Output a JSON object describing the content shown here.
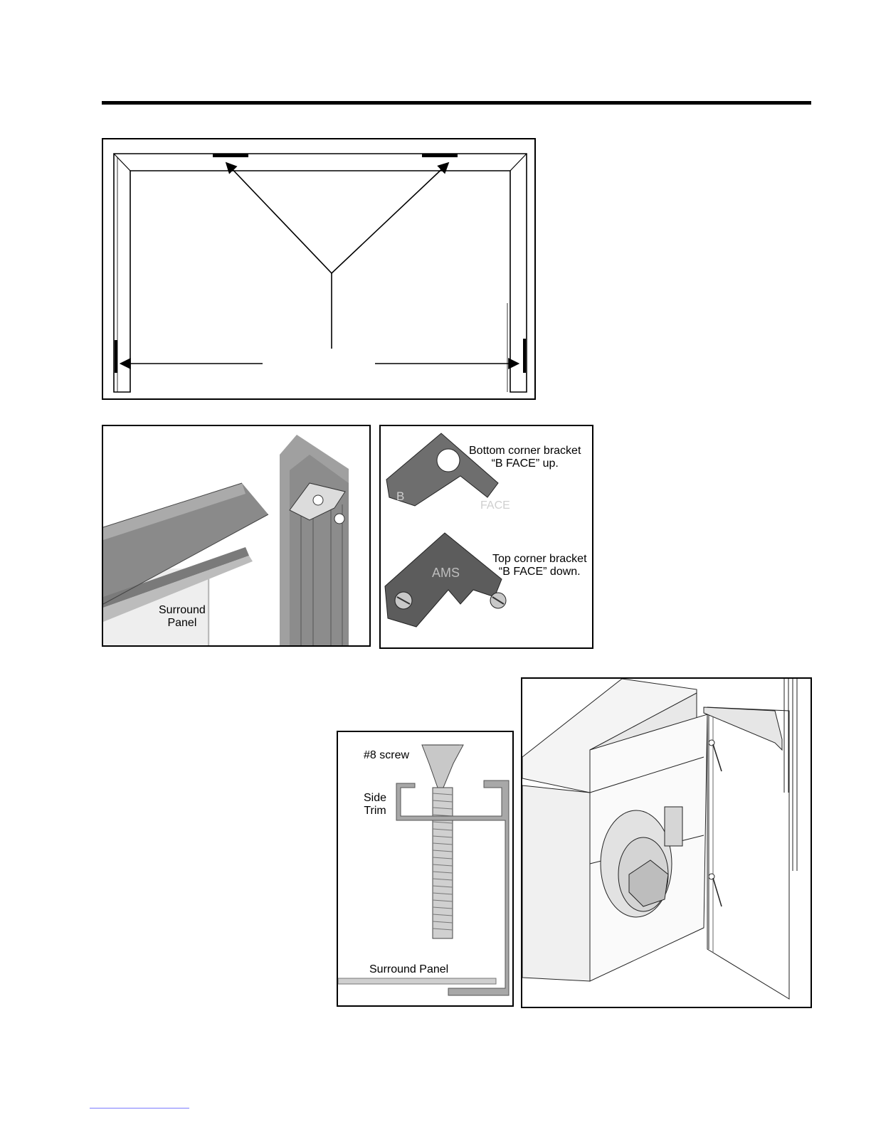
{
  "labels": {
    "surround_panel_a": "Surround",
    "surround_panel_b": "Panel",
    "bottom_bracket_a": "Bottom corner bracket",
    "bottom_bracket_b": "“B FACE” up.",
    "top_bracket_a": "Top corner bracket",
    "top_bracket_b": "“B FACE” down.",
    "screw": "#8 screw",
    "side_trim_a": "Side",
    "side_trim_b": "Trim",
    "surround_panel_c": "Surround Panel",
    "bracket_mark_b": "B",
    "bracket_mark_face": "FACE",
    "bracket_mark_ams": "AMS"
  }
}
